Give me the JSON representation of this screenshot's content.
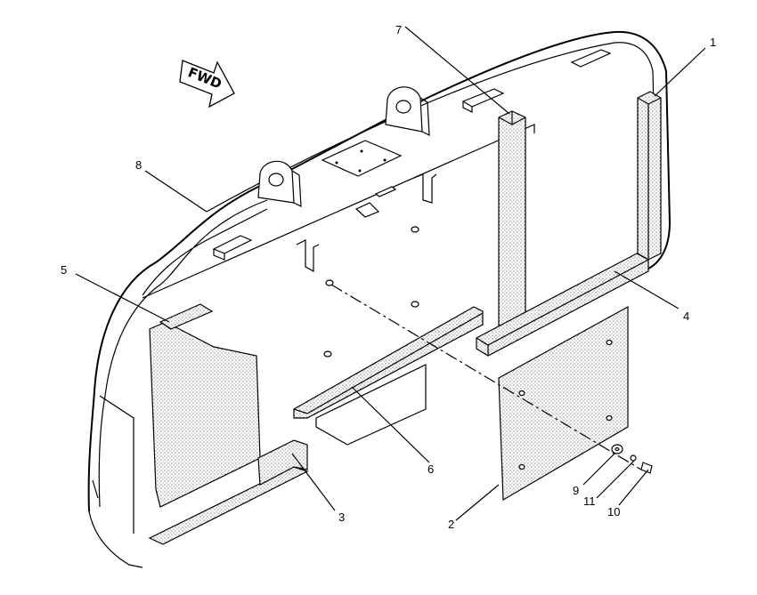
{
  "diagram": {
    "direction_arrow_text": "FWD",
    "callouts": [
      {
        "id": "1",
        "text": "1"
      },
      {
        "id": "2",
        "text": "2"
      },
      {
        "id": "3",
        "text": "3"
      },
      {
        "id": "4",
        "text": "4"
      },
      {
        "id": "5",
        "text": "5"
      },
      {
        "id": "6",
        "text": "6"
      },
      {
        "id": "7",
        "text": "7"
      },
      {
        "id": "8",
        "text": "8"
      },
      {
        "id": "9",
        "text": "9"
      },
      {
        "id": "10",
        "text": "10"
      },
      {
        "id": "11",
        "text": "11"
      }
    ]
  }
}
